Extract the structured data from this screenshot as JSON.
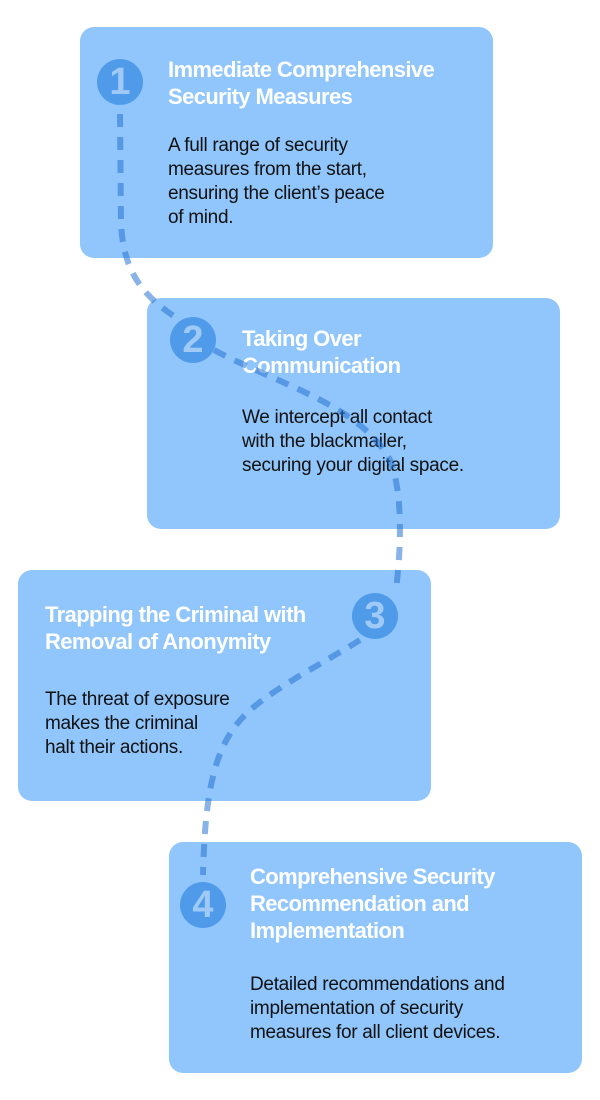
{
  "steps": [
    {
      "number": "1",
      "title": "Immediate Comprehensive Security Measures",
      "body": "A full range of security\nmeasures from the start,\nensuring the client’s peace\nof mind."
    },
    {
      "number": "2",
      "title": "Taking Over Communication",
      "body": "We intercept all contact\nwith the blackmailer,\nsecuring your digital space."
    },
    {
      "number": "3",
      "title": "Trapping the Criminal with Removal of Anonymity",
      "body": "The threat of exposure\nmakes the criminal\nhalt their actions."
    },
    {
      "number": "4",
      "title": "Comprehensive Security Recommendation and Implementation",
      "body": "Detailed recommendations and\nimplementation of security\nmeasures for all client devices."
    }
  ],
  "colors": {
    "card": "#90c6fc",
    "circle": "#4f9be9",
    "path": "#4f9be9"
  }
}
